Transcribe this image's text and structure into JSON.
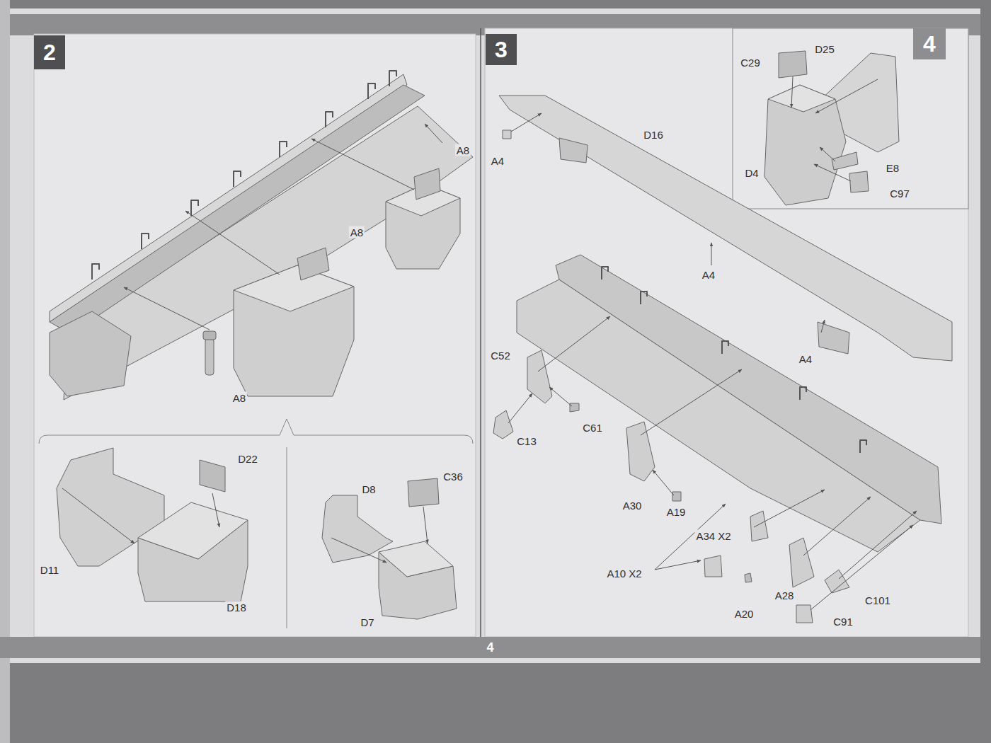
{
  "diagram": {
    "nodes": [
      {
        "text": [
          "2"
        ]
      },
      {
        "text": [
          "3"
        ]
      },
      {
        "text": [
          "4"
        ]
      },
      {
        "text": [
          "4"
        ]
      }
    ],
    "edges": [],
    "labels": [
      "A8",
      "A8",
      "A8",
      "D22",
      "C36",
      "D8",
      "D11",
      "D18",
      "D7",
      "A4",
      "D16",
      "A4",
      "A4",
      "C52",
      "C61",
      "C13",
      "A30",
      "A19",
      "A34 X2",
      "A10 X2",
      "A20",
      "A28",
      "C101",
      "C91",
      "C29",
      "D25",
      "D4",
      "E8",
      "C97"
    ]
  }
}
